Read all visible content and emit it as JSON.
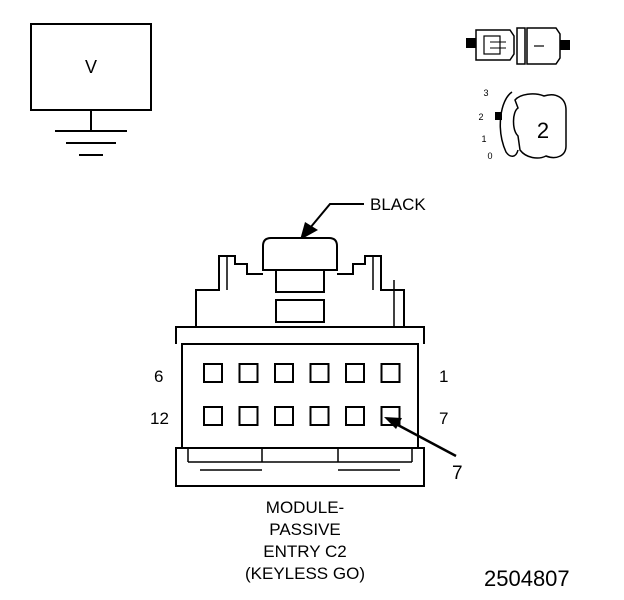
{
  "voltage_box": {
    "label": "V"
  },
  "connector": {
    "color_label": "BLACK",
    "pin_labels": {
      "top_left": "6",
      "top_right": "1",
      "bottom_left": "12",
      "bottom_right": "7"
    },
    "callout_pin": "7",
    "top_row_cavities": 6,
    "bottom_row_cavities": 6
  },
  "lock_icon": {
    "scale": [
      "3",
      "2",
      "1",
      "0"
    ],
    "number": "2"
  },
  "caption": {
    "lines": [
      "MODULE-",
      "PASSIVE",
      "ENTRY C2",
      "(KEYLESS GO)"
    ]
  },
  "figure_number": "2504807"
}
